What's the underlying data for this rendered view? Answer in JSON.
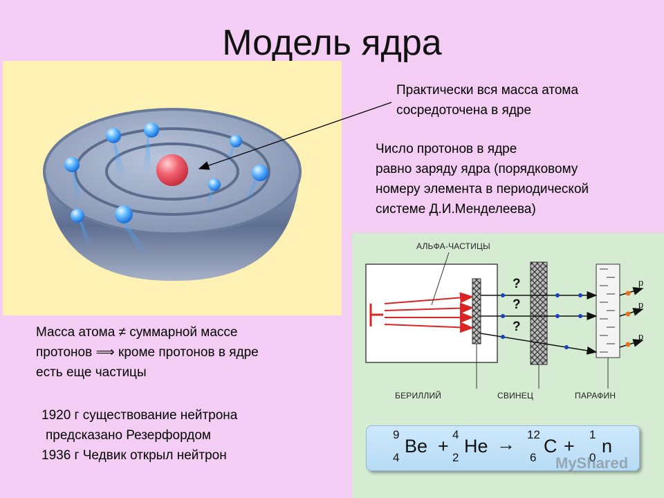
{
  "title": "Модель ядра",
  "notes": {
    "mass_line1": "Практически вся масса атома",
    "mass_line2": "сосредоточена в ядре",
    "protons_line1": "Число протонов в ядре",
    "protons_line2": "равно заряду ядра (порядковому",
    "protons_line3": "номеру элемента в периодической",
    "protons_line4": "системе Д.И.Менделеева)",
    "sum_line1": "Масса атома ≠ суммарной массе",
    "sum_line2": "протонов ⟹ кроме протонов в ядре",
    "sum_line3": "есть еще частицы",
    "history_line1": "1920 г существование нейтрона",
    "history_line2": "предсказано Резерфордом",
    "history_line3": "1936 г  Чедвик открыл нейтрон"
  },
  "experiment": {
    "alpha_label": "АЛЬФА-ЧАСТИЦЫ",
    "beryllium_label": "БЕРИЛЛИЙ",
    "lead_label": "СВИНЕЦ",
    "paraffin_label": "ПАРАФИН",
    "question_marks": [
      "?",
      "?",
      "?"
    ],
    "proton_labels": [
      "p",
      "p",
      "p"
    ]
  },
  "formula": {
    "be_mass": "9",
    "be_charge": "4",
    "be_symbol": "Be",
    "plus1": "+",
    "he_mass": "4",
    "he_charge": "2",
    "he_symbol": "He",
    "arrow": "→",
    "c_mass": "12",
    "c_charge": "6",
    "c_symbol": "C",
    "plus2": "+",
    "n_mass": "1",
    "n_charge": "0",
    "n_symbol": "n"
  },
  "watermark": "MyShared",
  "colors": {
    "background": "#f3cdf3",
    "atom_panel": "#fdf2b3",
    "experiment_panel": "#d5ecd3"
  }
}
